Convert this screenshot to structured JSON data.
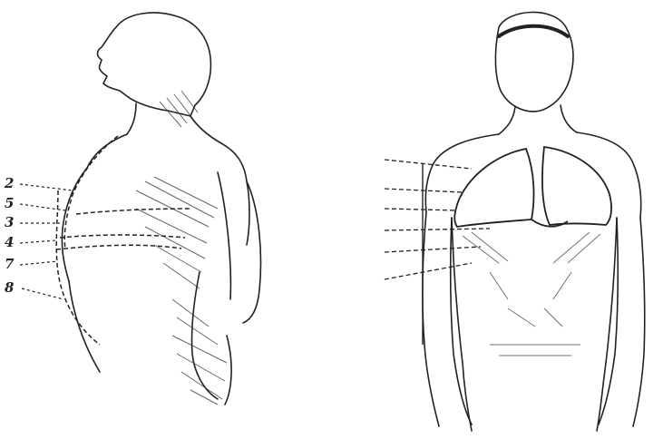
{
  "side_figure": {
    "labels": [
      "2",
      "5",
      "3",
      "4",
      "7",
      "8"
    ]
  },
  "front_figure": {
    "labels": []
  },
  "colors": {
    "ink": "#1a1a1a",
    "paper": "#ffffff"
  }
}
